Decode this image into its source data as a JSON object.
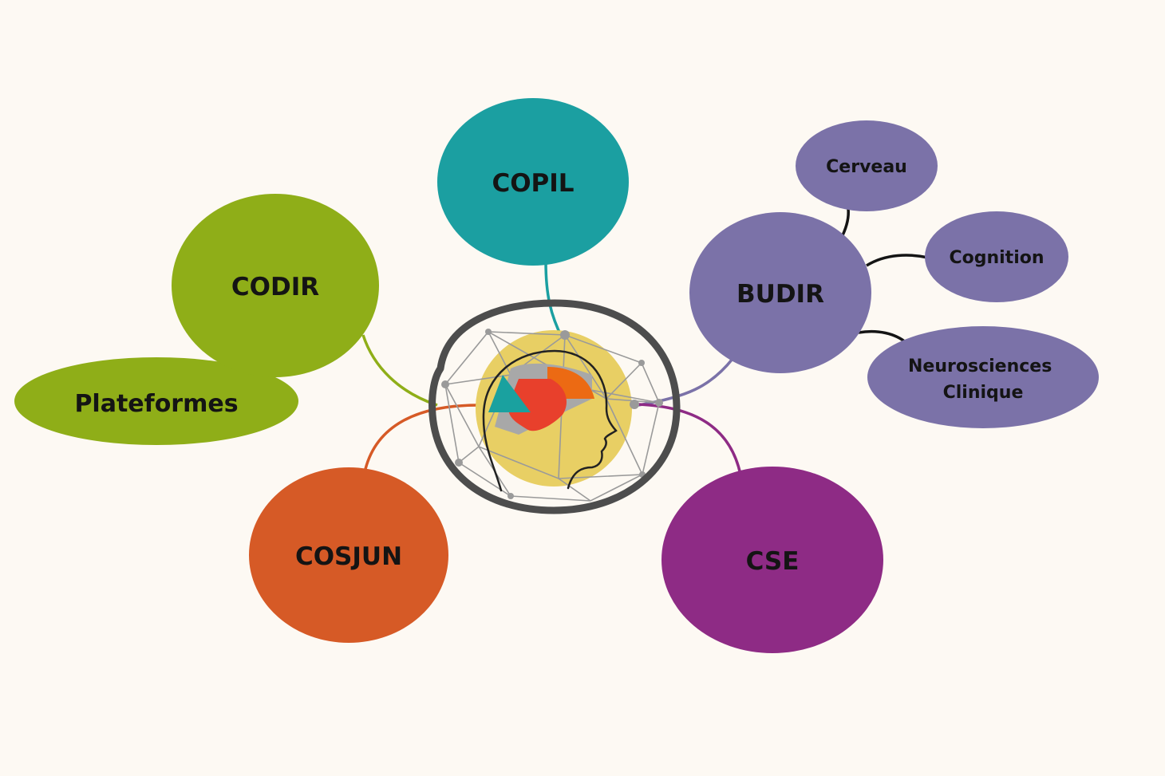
{
  "background": "#fdf9f3",
  "center": {
    "icon": "brain-head-network-icon",
    "halo_color": "#e8cf64",
    "ring_color": "#4d4d4d",
    "segment_colors": [
      "#1aa19f",
      "#e8402c",
      "#ec6a13",
      "#a8a8a8"
    ]
  },
  "nodes": {
    "copil": {
      "label": "COPIL",
      "color": "#1b9fa1"
    },
    "codir": {
      "label": "CODIR",
      "color": "#8fae18"
    },
    "plateformes": {
      "label": "Plateformes",
      "color": "#8fae18"
    },
    "budir": {
      "label": "BUDIR",
      "color": "#7b72a8"
    },
    "cerveau": {
      "label": "Cerveau",
      "color": "#7b72a8"
    },
    "cognition": {
      "label": "Cognition",
      "color": "#7b72a8"
    },
    "neuro": {
      "label_line1": "Neurosciences",
      "label_line2": "Clinique",
      "color": "#7b72a8"
    },
    "cosjun": {
      "label": "COSJUN",
      "color": "#d65a26"
    },
    "cse": {
      "label": "CSE",
      "color": "#8e2b85"
    }
  },
  "connector_colors": {
    "copil": "#1b9fa1",
    "codir": "#8fae18",
    "budir": "#7b72a8",
    "budir_children": "#141414",
    "cosjun": "#d65a26",
    "cse": "#8e2b85"
  }
}
